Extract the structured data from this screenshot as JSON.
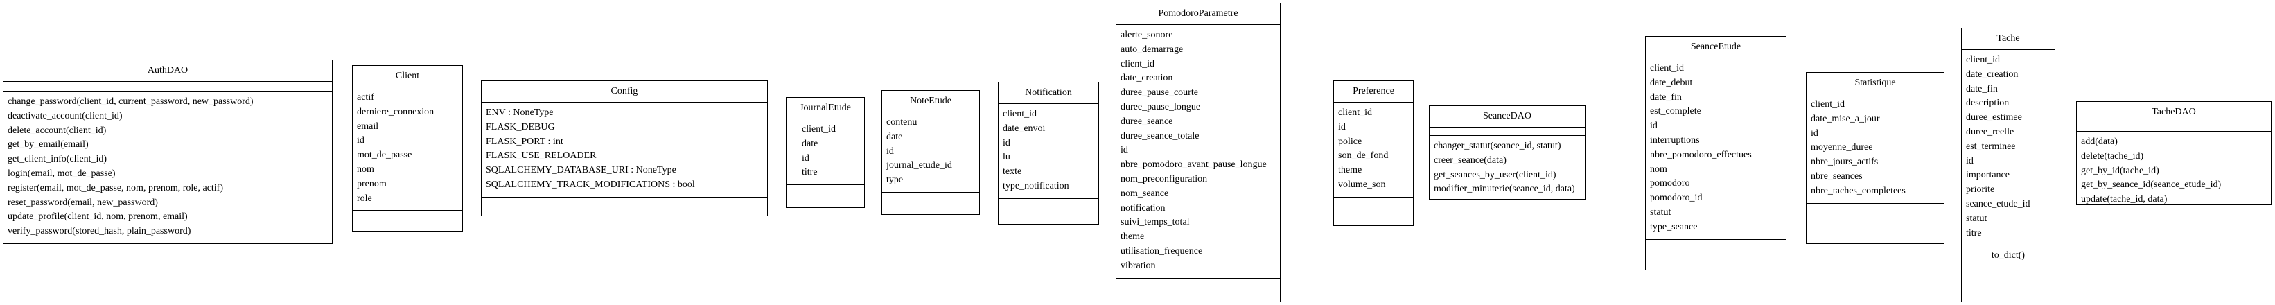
{
  "classes": [
    {
      "name": "AuthDAO",
      "attributes": [],
      "methods": [
        "change_password(client_id, current_password, new_password)",
        "deactivate_account(client_id)",
        "delete_account(client_id)",
        "get_by_email(email)",
        "get_client_info(client_id)",
        "login(email, mot_de_passe)",
        "register(email, mot_de_passe, nom, prenom, role, actif)",
        "reset_password(email, new_password)",
        "update_profile(client_id, nom, prenom, email)",
        "verify_password(stored_hash, plain_password)"
      ]
    },
    {
      "name": "Client",
      "attributes": [
        "actif",
        "derniere_connexion",
        "email",
        "id",
        "mot_de_passe",
        "nom",
        "prenom",
        "role"
      ],
      "methods": []
    },
    {
      "name": "Config",
      "attributes": [
        "ENV : NoneType",
        "FLASK_DEBUG",
        "FLASK_PORT : int",
        "FLASK_USE_RELOADER",
        "SQLALCHEMY_DATABASE_URI : NoneType",
        "SQLALCHEMY_TRACK_MODIFICATIONS : bool"
      ],
      "methods": []
    },
    {
      "name": "JournalEtude",
      "attributes": [
        "client_id",
        "date",
        "id",
        "titre"
      ],
      "methods": []
    },
    {
      "name": "NoteEtude",
      "attributes": [
        "contenu",
        "date",
        "id",
        "journal_etude_id",
        "type"
      ],
      "methods": []
    },
    {
      "name": "Notification",
      "attributes": [
        "client_id",
        "date_envoi",
        "id",
        "lu",
        "texte",
        "type_notification"
      ],
      "methods": []
    },
    {
      "name": "PomodoroParametre",
      "attributes": [
        "alerte_sonore",
        "auto_demarrage",
        "client_id",
        "date_creation",
        "duree_pause_courte",
        "duree_pause_longue",
        "duree_seance",
        "duree_seance_totale",
        "id",
        "nbre_pomodoro_avant_pause_longue",
        "nom_preconfiguration",
        "nom_seance",
        "notification",
        "suivi_temps_total",
        "theme",
        "utilisation_frequence",
        "vibration"
      ],
      "methods": []
    },
    {
      "name": "Preference",
      "attributes": [
        "client_id",
        "id",
        "police",
        "son_de_fond",
        "theme",
        "volume_son"
      ],
      "methods": []
    },
    {
      "name": "SeanceDAO",
      "attributes": [],
      "methods": [
        "changer_statut(seance_id, statut)",
        "creer_seance(data)",
        "get_seances_by_user(client_id)",
        "modifier_minuterie(seance_id, data)"
      ]
    },
    {
      "name": "SeanceEtude",
      "attributes": [
        "client_id",
        "date_debut",
        "date_fin",
        "est_complete",
        "id",
        "interruptions",
        "nbre_pomodoro_effectues",
        "nom",
        "pomodoro",
        "pomodoro_id",
        "statut",
        "type_seance"
      ],
      "methods": []
    },
    {
      "name": "Statistique",
      "attributes": [
        "client_id",
        "date_mise_a_jour",
        "id",
        "moyenne_duree",
        "nbre_jours_actifs",
        "nbre_seances",
        "nbre_taches_completees"
      ],
      "methods": []
    },
    {
      "name": "Tache",
      "attributes": [
        "client_id",
        "date_creation",
        "date_fin",
        "description",
        "duree_estimee",
        "duree_reelle",
        "est_terminee",
        "id",
        "importance",
        "priorite",
        "seance_etude_id",
        "statut",
        "titre"
      ],
      "methods": [
        "to_dict()"
      ]
    },
    {
      "name": "TacheDAO",
      "attributes": [],
      "methods": [
        "add(data)",
        "delete(tache_id)",
        "get_by_id(tache_id)",
        "get_by_seance_id(seance_etude_id)",
        "update(tache_id, data)"
      ]
    }
  ]
}
